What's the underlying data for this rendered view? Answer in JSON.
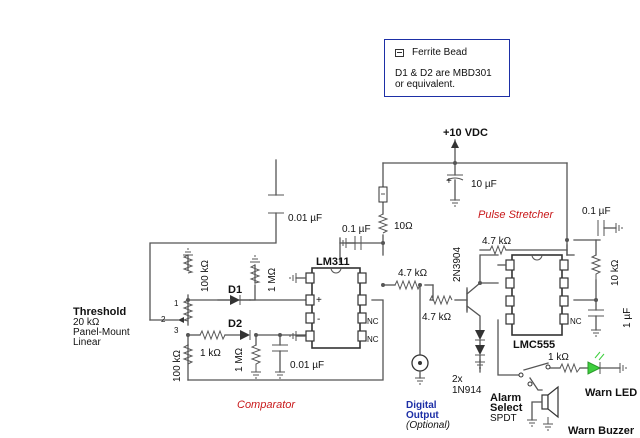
{
  "legend": {
    "bead_label": "Ferrite Bead",
    "note_line1": "D1 & D2 are MBD301",
    "note_line2": "or equivalent."
  },
  "supply": {
    "label": "+10 VDC"
  },
  "components": {
    "c_top_left": "0.01 µF",
    "c_supply": "10 µF",
    "c_bypass_lm311": "0.1 µF",
    "r_10ohm": "10Ω",
    "c_bypass_lmc555": "0.1 µF",
    "r_pot_top": "100 kΩ",
    "r_1m_top": "1 MΩ",
    "r_1k_pot": "1 kΩ",
    "r_1m_bot": "1 MΩ",
    "c_comp": "0.01 µF",
    "r_pot_bottom": "100 kΩ",
    "r_out": "4.7 kΩ",
    "r_base": "4.7 kΩ",
    "r_555": "4.7 kΩ",
    "r_10k": "10 kΩ",
    "c_1uf": "1 µF",
    "r_led": "1 kΩ",
    "transistor": "2N3904",
    "diodes": "2x",
    "diodes_part": "1N914",
    "d1": "D1",
    "d2": "D2",
    "ic1": "LM311",
    "ic2": "LMC555",
    "nc1": "NC",
    "nc2": "NC",
    "nc3": "NC",
    "pin_plus": "+",
    "pin_minus": "-",
    "pot_pin1": "1",
    "pot_pin2": "2",
    "pot_pin3": "3",
    "cap_plus": "+"
  },
  "labels": {
    "threshold": "Threshold",
    "threshold_val": "20 kΩ",
    "threshold_mount": "Panel-Mount",
    "threshold_taper": "Linear",
    "pulse_stretcher": "Pulse Stretcher",
    "comparator": "Comparator",
    "digital_output_1": "Digital",
    "digital_output_2": "Output",
    "digital_output_3": "(Optional)",
    "alarm_select_1": "Alarm",
    "alarm_select_2": "Select",
    "alarm_select_3": "SPDT",
    "warn_led": "Warn LED",
    "warn_buzzer": "Warn Buzzer"
  },
  "colors": {
    "section_label": "#c8191b",
    "output_label": "#1d2fa6",
    "led": "#3ecf3e",
    "wire": "#555555"
  }
}
